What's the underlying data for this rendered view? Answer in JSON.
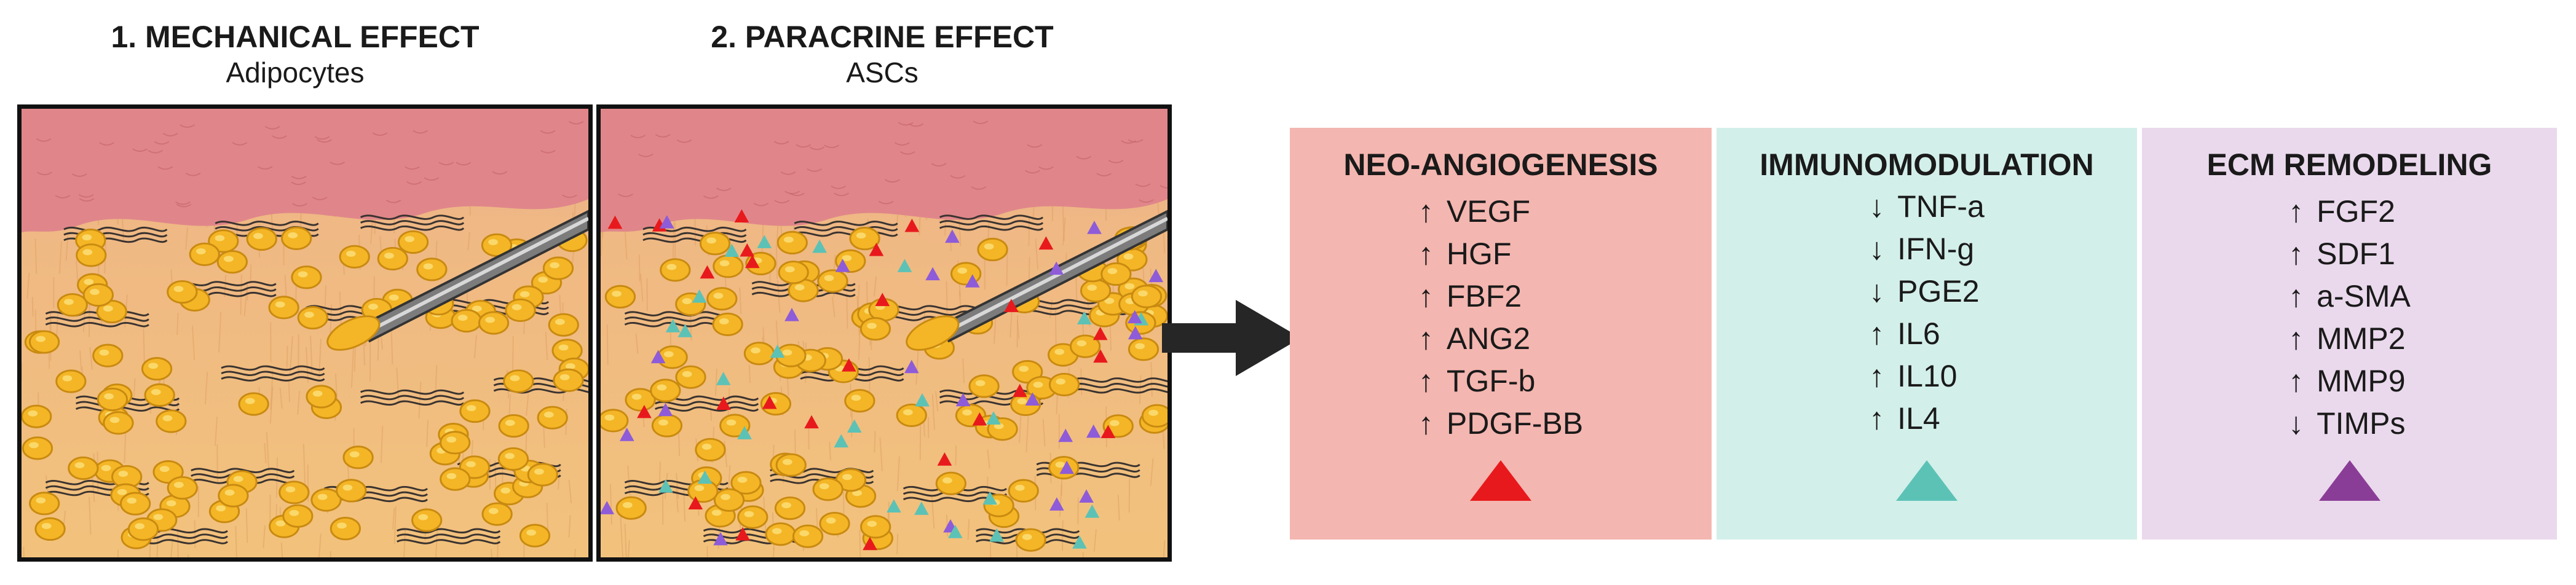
{
  "panels": [
    {
      "title": "1. MECHANICAL EFFECT",
      "subtitle": "Adipocytes"
    },
    {
      "title": "2. PARACRINE EFFECT",
      "subtitle": "ASCs"
    }
  ],
  "effects": [
    {
      "title": "NEO-ANGIOGENESIS",
      "color": "#f4b6b0",
      "triangle_color": "#e8191c",
      "items": [
        {
          "dir": "↑",
          "label": "VEGF"
        },
        {
          "dir": "↑",
          "label": "HGF"
        },
        {
          "dir": "↑",
          "label": "FBF2"
        },
        {
          "dir": "↑",
          "label": "ANG2"
        },
        {
          "dir": "↑",
          "label": "TGF-b"
        },
        {
          "dir": "↑",
          "label": "PDGF-BB"
        }
      ]
    },
    {
      "title": "IMMUNOMODULATION",
      "color": "#d3efea",
      "triangle_color": "#5cc2b6",
      "items": [
        {
          "dir": "↓",
          "label": "TNF-a"
        },
        {
          "dir": "↓",
          "label": "IFN-g"
        },
        {
          "dir": "↓",
          "label": "PGE2"
        },
        {
          "dir": "↑",
          "label": "IL6"
        },
        {
          "dir": "↑",
          "label": "IL10"
        },
        {
          "dir": "↑",
          "label": "IL4"
        }
      ]
    },
    {
      "title": "ECM REMODELING",
      "color": "#ead9ec",
      "triangle_color": "#8a3d96",
      "items": [
        {
          "dir": "↑",
          "label": "FGF2"
        },
        {
          "dir": "↑",
          "label": "SDF1"
        },
        {
          "dir": "↑",
          "label": "a-SMA"
        },
        {
          "dir": "↑",
          "label": "MMP2"
        },
        {
          "dir": "↑",
          "label": "MMP9"
        },
        {
          "dir": "↓",
          "label": "TIMPs"
        }
      ]
    }
  ]
}
